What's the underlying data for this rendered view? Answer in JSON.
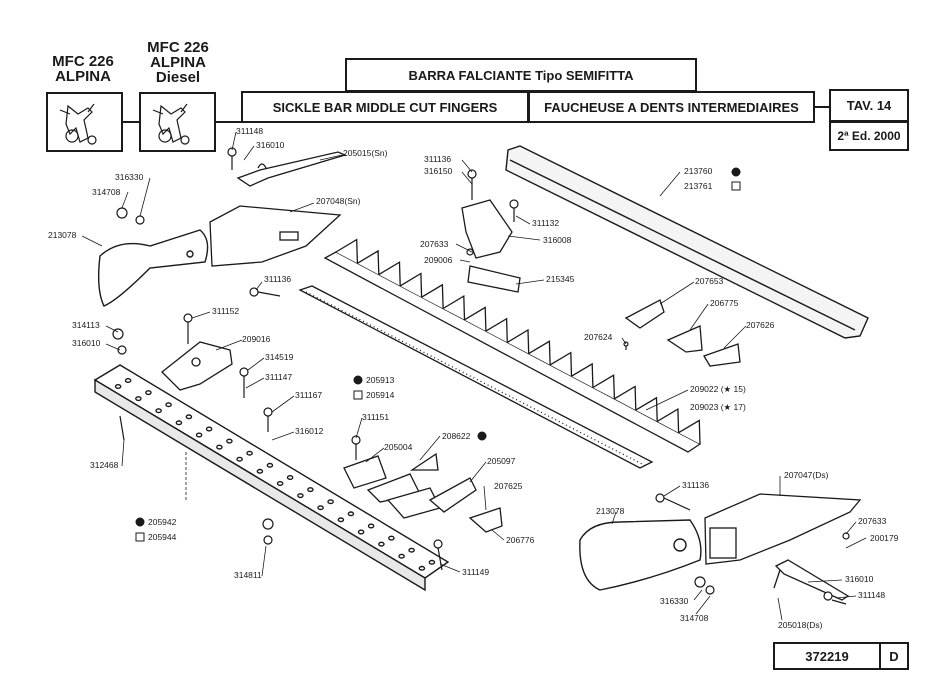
{
  "header": {
    "model_left_line1": "MFC 226",
    "model_left_line2": "ALPINA",
    "model_right_line1": "MFC 226",
    "model_right_line2": "ALPINA",
    "model_right_line3": "Diesel",
    "title_it": "BARRA FALCIANTE Tipo SEMIFITTA",
    "title_en": "SICKLE BAR MIDDLE CUT FINGERS",
    "title_fr": "FAUCHEUSE A DENTS INTERMEDIAIRES",
    "table_no": "TAV. 14",
    "edition": "2ª Ed. 2000"
  },
  "footer": {
    "doc_number": "372219",
    "revision": "D"
  },
  "parts": {
    "p311148a": "311148",
    "p316010a": "316010",
    "p205015": "205015(Sn)",
    "p316330a": "316330",
    "p314708a": "314708",
    "p207048": "207048(Sn)",
    "p213078a": "213078",
    "p311136a": "311136",
    "p311136b": "311136",
    "p316150": "316150",
    "p311132": "311132",
    "p316008": "316008",
    "p207633a": "207633",
    "p209006": "209006",
    "p215345": "215345",
    "p213760": "213760",
    "p213761": "213761",
    "p207653": "207653",
    "p206775": "206775",
    "p207626": "207626",
    "p207624": "207624",
    "p314113": "314113",
    "p316010b": "316010",
    "p311152": "311152",
    "p209016": "209016",
    "p314519": "314519",
    "p311147": "311147",
    "p311167": "311167",
    "p316012": "316012",
    "p205913": "205913",
    "p205914": "205914",
    "p209022": "209022 (★ 15)",
    "p209023": "209023 (★ 17)",
    "p311151": "311151",
    "p208622": "208622",
    "p205004": "205004",
    "p205097": "205097",
    "p207625": "207625",
    "p206776": "206776",
    "p312468": "312468",
    "p205942": "205942",
    "p205944": "205944",
    "p314811": "314811",
    "p311149": "311149",
    "p311136c": "311136",
    "p207047": "207047(Ds)",
    "p213078b": "213078",
    "p207633b": "207633",
    "p200179": "200179",
    "p316010c": "316010",
    "p311148b": "311148",
    "p316330b": "316330",
    "p314708b": "314708",
    "p205018": "205018(Ds)"
  }
}
